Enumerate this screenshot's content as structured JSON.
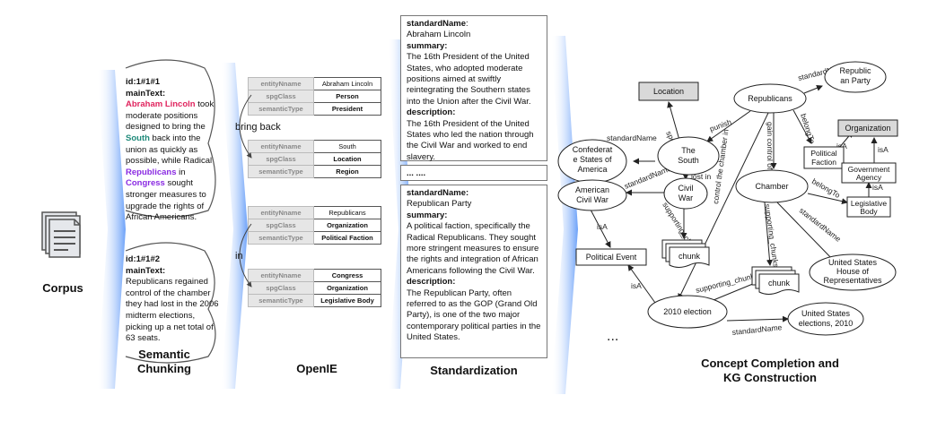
{
  "stages": {
    "corpus": "Corpus",
    "chunking_line1": "Semantic",
    "chunking_line2": "Chunking",
    "openie": "OpenIE",
    "standardization": "Standardization",
    "kg_line1": "Concept Completion and",
    "kg_line2": "KG Construction"
  },
  "chunks": [
    {
      "id": "id:1#1#1",
      "label": "mainText:",
      "t_lincoln": "Abraham Lincoln",
      "t1": " took moderate positions designed to bring the ",
      "t_south": "South",
      "t2": " back into the union as quickly as possible, while Radical ",
      "t_republicans": "Republicans",
      "t3": " in ",
      "t_congress": "Congress",
      "t4": " sought stronger measures to upgrade the rights of African Americans."
    },
    {
      "id": "id:1#1#2",
      "label": "mainText:",
      "text": "Republicans regained control of the chamber they had lost in the 2006 midterm elections, picking up a net total of 63 seats."
    }
  ],
  "openie": {
    "keys": [
      "entityNname",
      "spgClass",
      "semanticType"
    ],
    "entities": [
      {
        "name": "Abraham Lincoln",
        "class": "Person",
        "type": "President"
      },
      {
        "name": "South",
        "class": "Location",
        "type": "Region"
      },
      {
        "name": "Republicans",
        "class": "Organization",
        "type": "Political Faction"
      },
      {
        "name": "Congress",
        "class": "Organization",
        "type": "Legislative Body"
      }
    ],
    "rel_bring_back": "bring back",
    "rel_in": "in"
  },
  "standardization": {
    "lincoln": {
      "k_name": "standardName",
      "name": "Abraham Lincoln",
      "k_summary": "summary:",
      "summary": "The 16th President of the United States, who adopted moderate positions aimed at swiftly reintegrating the Southern states into the Union after the Civil War.",
      "k_desc": "description:",
      "desc": "The 16th President of the United States who led the nation through the Civil War and worked to end slavery."
    },
    "ellipsis": "... ....",
    "republicans": {
      "k_name": "standardName:",
      "name": "Republican Party",
      "k_summary": "summary:",
      "summary": "A political faction, specifically the Radical Republicans. They sought more stringent measures to ensure the rights and integration of African Americans following the Civil War.",
      "k_desc": "description:",
      "desc": "The Republican Party, often referred to as the GOP (Grand Old Party), is one of the two major contemporary political parties in the United States."
    }
  },
  "kg": {
    "nodes": {
      "location": "Location",
      "organization": "Organization",
      "republicans": "Republicans",
      "republican_party": [
        "Republic",
        "an Party"
      ],
      "the_south": [
        "The",
        "South"
      ],
      "confederate": [
        "Confederat",
        "e States of",
        "America"
      ],
      "civil_war": [
        "Civil",
        "War"
      ],
      "american_civil_war": [
        "American",
        "Civil War"
      ],
      "chamber": "Chamber",
      "political_faction": [
        "Political",
        "Faction"
      ],
      "gov_agency": [
        "Government",
        "Agency"
      ],
      "legislative_body": [
        "Legislative",
        "Body"
      ],
      "political_event": "Political Event",
      "chunk1": "chunk",
      "chunk2": "chunk",
      "ushr": [
        "United States",
        "House of",
        "Representatives"
      ],
      "election2010": "2010 election",
      "us_elections": [
        "United States",
        "elections, 2010"
      ],
      "ellipsis": "..."
    },
    "edges": {
      "standardName": "standardName",
      "spgClass": "spgClass",
      "punish": "punish",
      "belongTo": "belongTo",
      "isA": "isA",
      "gain_control_of": "gain control of",
      "lost_in": "lost in",
      "supporting_chunks": "supporting_chunks",
      "control_chamber_in": "control the chamber in"
    }
  }
}
